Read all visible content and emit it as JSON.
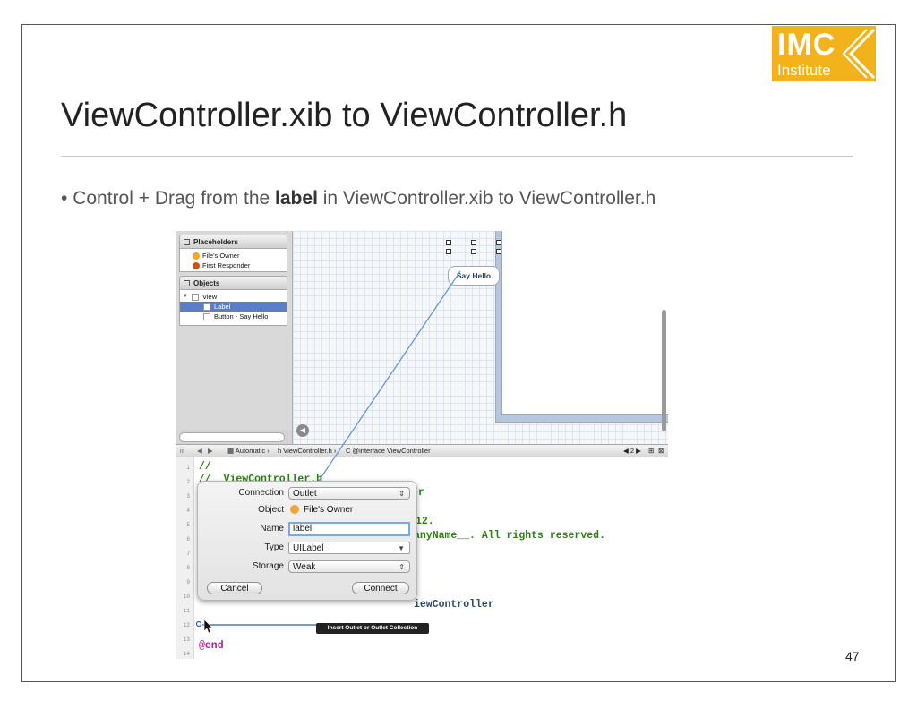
{
  "slide": {
    "title": "ViewController.xib to ViewController.h",
    "bullet_pre": "Control + Drag from the ",
    "bullet_bold": "label",
    "bullet_post": " in ViewController.xib to ViewController.h",
    "page_number": "47",
    "bullet_marker": "•"
  },
  "logo": {
    "line1": "IMC",
    "line2": "Institute",
    "color": "#f2b21c"
  },
  "sidebar": {
    "placeholders_header": "Placeholders",
    "placeholders": [
      "File's Owner",
      "First Responder"
    ],
    "objects_header": "Objects",
    "objects": [
      {
        "label": "View",
        "selected": false
      },
      {
        "label": "Label",
        "selected": true
      },
      {
        "label": "Button - Say Hello",
        "selected": false
      }
    ]
  },
  "canvas": {
    "button_label": "Say Hello"
  },
  "jumpbar": {
    "automatic": "Automatic",
    "file": "ViewController.h",
    "symbol": "@interface ViewController",
    "counter": "2"
  },
  "code": {
    "lines": [
      {
        "num": "1",
        "text": "//",
        "color": "green"
      },
      {
        "num": "2",
        "text": "//  ViewController.h",
        "color": "green"
      },
      {
        "num": "3",
        "text": "",
        "color": "green"
      },
      {
        "num": "4",
        "text": "",
        "color": "green"
      },
      {
        "num": "5",
        "text": "",
        "color": "green"
      },
      {
        "num": "6",
        "text": "",
        "color": "green"
      },
      {
        "num": "7",
        "text": "",
        "color": "green"
      },
      {
        "num": "8",
        "text": "",
        "color": "green"
      },
      {
        "num": "9",
        "text": "",
        "color": "green"
      },
      {
        "num": "10",
        "text": "",
        "color": "green"
      },
      {
        "num": "11",
        "text": "",
        "color": "green"
      },
      {
        "num": "12",
        "text": "",
        "color": "green"
      },
      {
        "num": "13",
        "text": "",
        "color": "green"
      },
      {
        "num": "14",
        "text": "@end",
        "color": "purple"
      }
    ],
    "frag_er": "er",
    "frag_year": "12.",
    "frag_rights": "anyName__. All rights reserved.",
    "frag_class": "iewController"
  },
  "popover": {
    "connection_label": "Connection",
    "connection_value": "Outlet",
    "object_label": "Object",
    "object_value": "File's Owner",
    "name_label": "Name",
    "name_value": "label",
    "type_label": "Type",
    "type_value": "UILabel",
    "storage_label": "Storage",
    "storage_value": "Weak",
    "cancel": "Cancel",
    "connect": "Connect"
  },
  "tooltip": "Insert Outlet or Outlet Collection"
}
